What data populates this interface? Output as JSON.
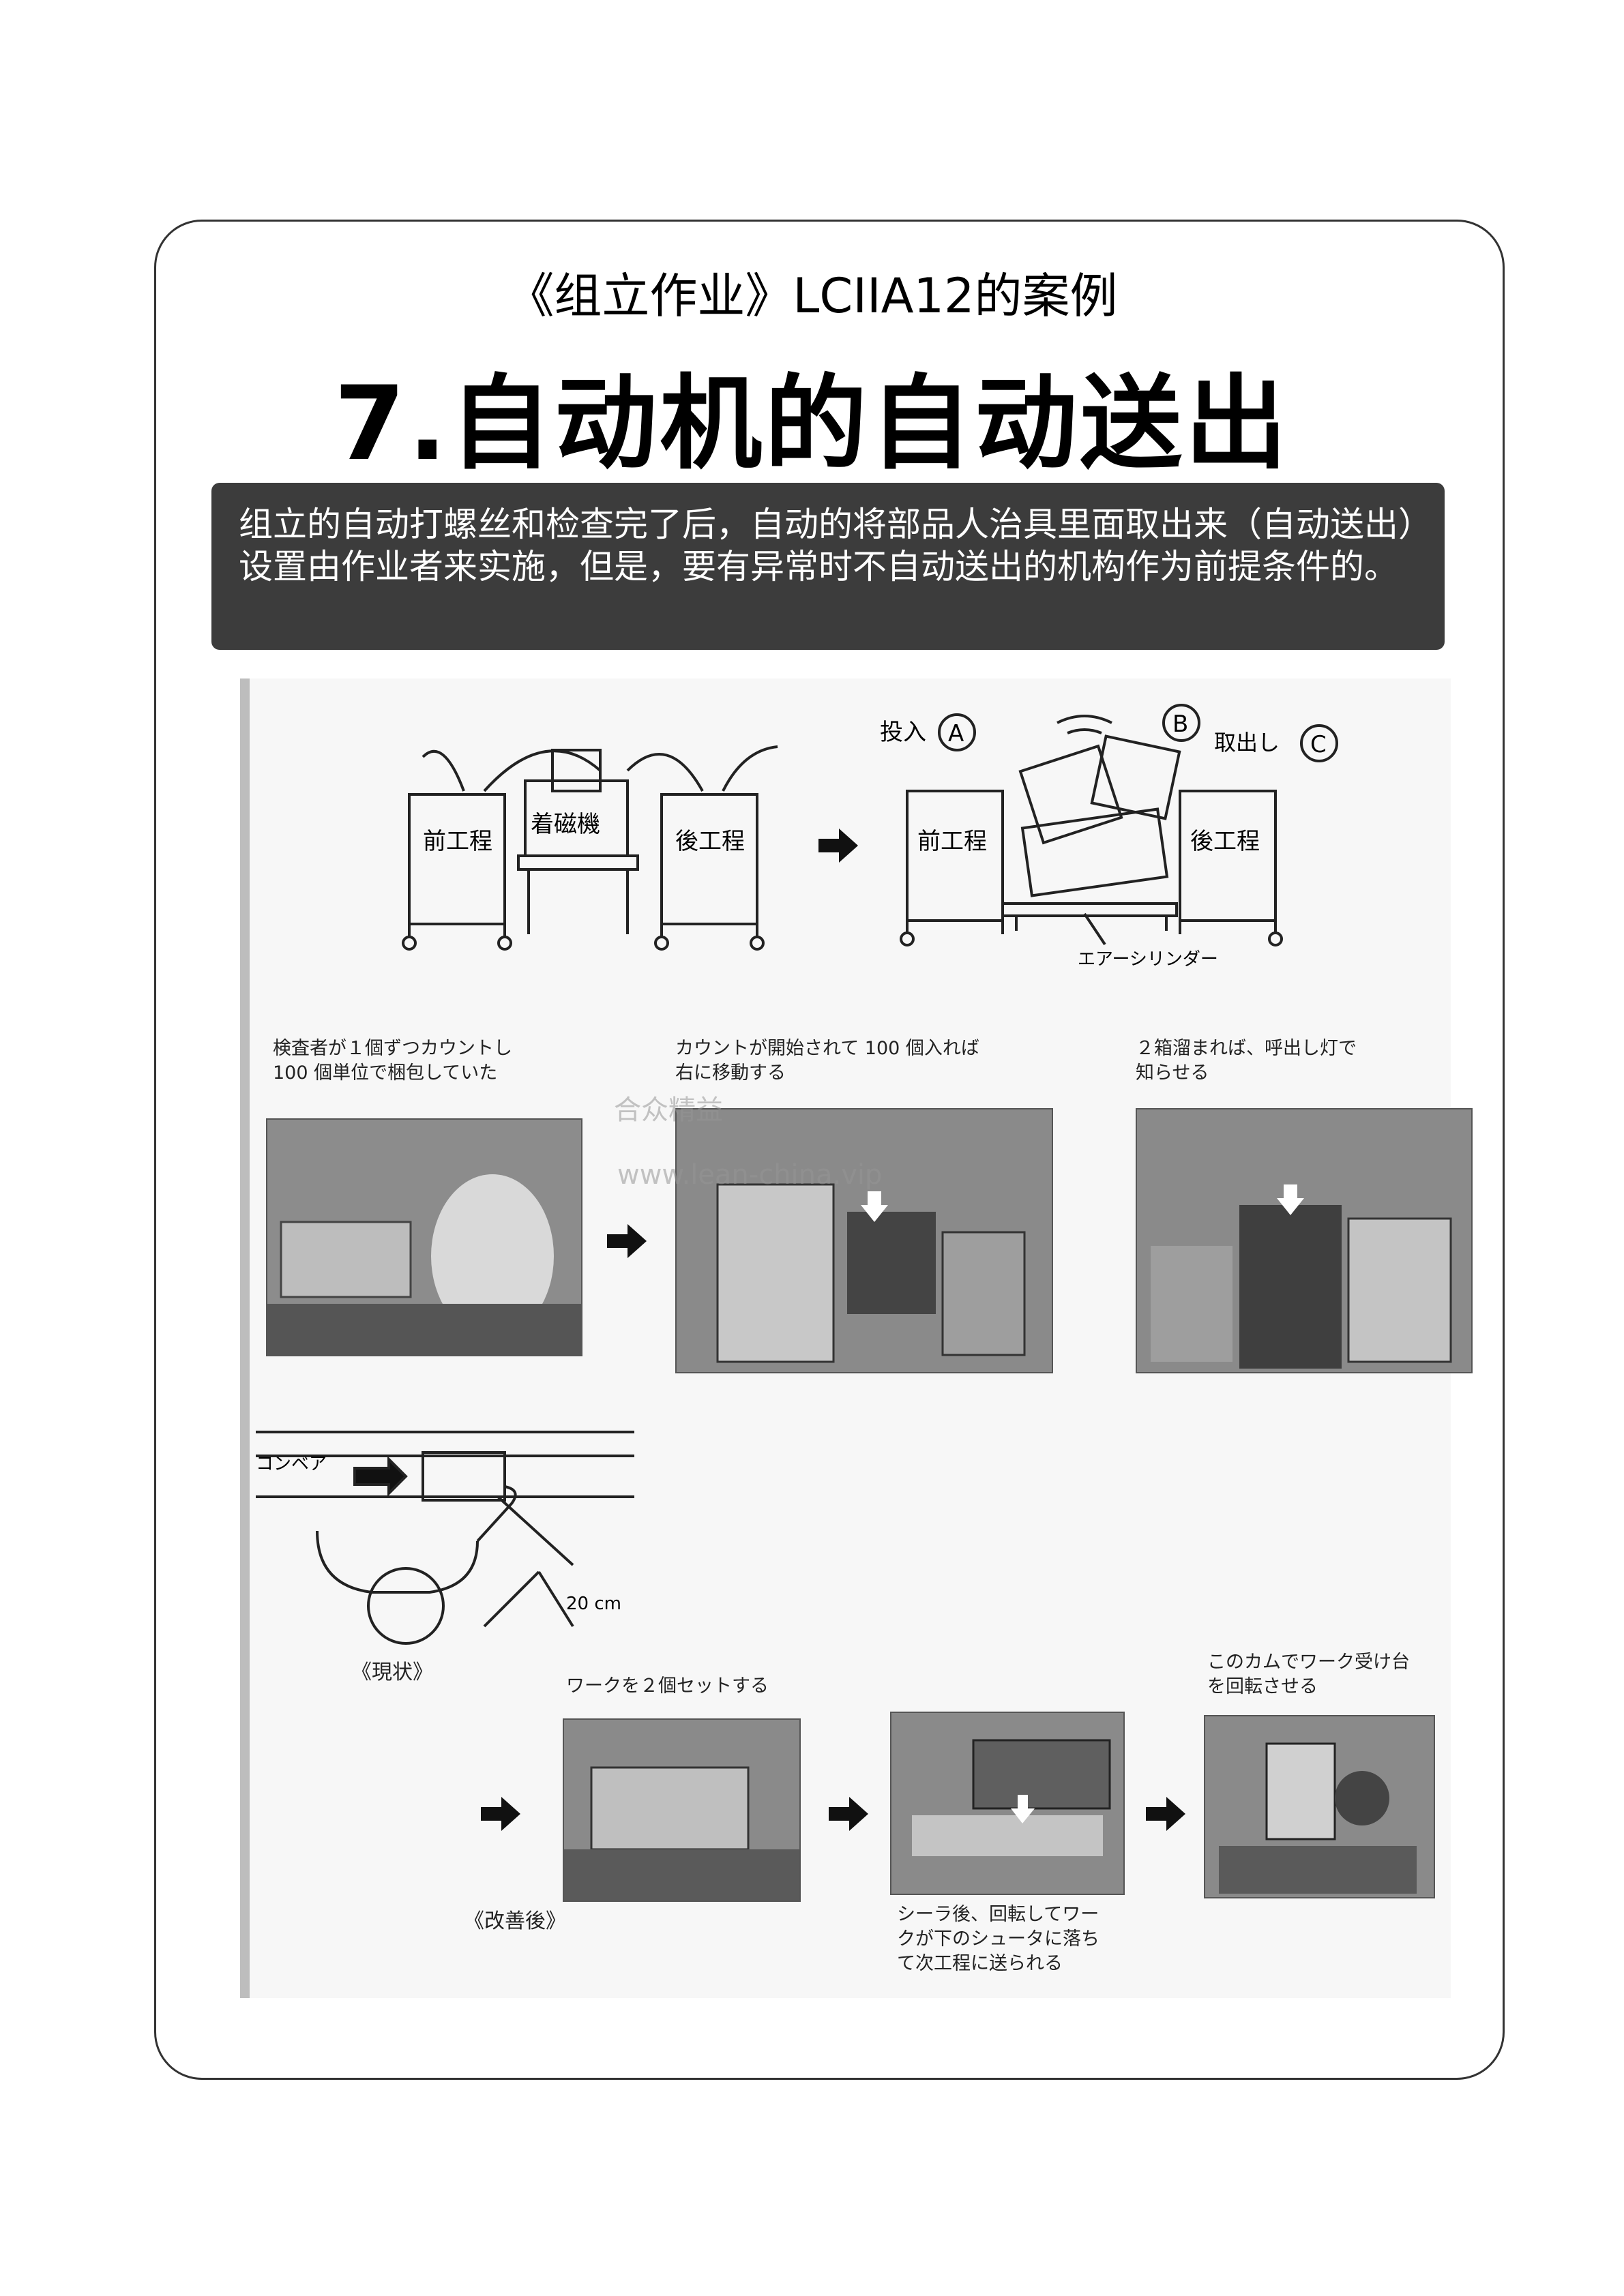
{
  "header": {
    "subtitle": "《组立作业》LCIIA12的案例",
    "title": "7.自动机的自动送出"
  },
  "intro": {
    "text": "组立的自动打螺丝和检查完了后，自动的将部品人治具里面取出来（自动送出）设置由作业者来实施，但是，要有异常时不自动送出的机构作为前提条件的。"
  },
  "diagram_top": {
    "left_labels": [
      "前工程",
      "着磁機",
      "後工程"
    ],
    "right_labels": [
      "投入",
      "A",
      "B",
      "取出し",
      "C",
      "前工程",
      "後工程",
      "エアーシリンダー"
    ]
  },
  "row2": {
    "cap1": "検査者が１個ずつカウントし\n100 個単位で梱包していた",
    "cap2": "カウントが開始されて 100 個入れば\n右に移動する",
    "cap3": "２箱溜まれば、呼出し灯で\n知らせる"
  },
  "row3": {
    "conveyor_label": "コンベア",
    "distance": "20 cm",
    "current_label": "《現状》",
    "improved_label": "《改善後》",
    "cap_set": "ワークを２個セットする",
    "cap_cam": "このカムでワーク受け台\nを回転させる",
    "cap_seal": "シーラ後、回転してワー\nクが下のシュータに落ち\nて次工程に送られる"
  },
  "watermark": {
    "line1": "合众精益",
    "line2": "www.lean-china.vip"
  }
}
